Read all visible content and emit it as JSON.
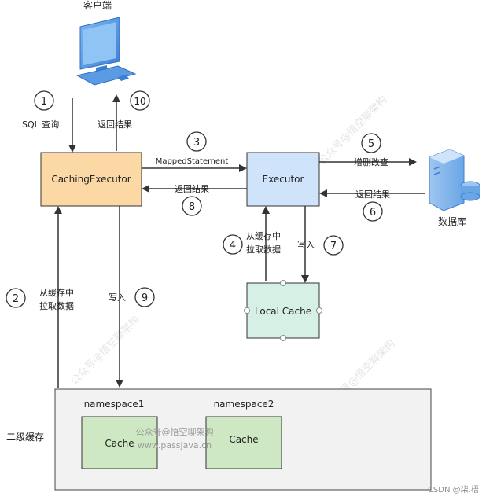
{
  "nodes": {
    "client": {
      "label": "客户端"
    },
    "caching_executor": {
      "label": "CachingExecutor"
    },
    "executor": {
      "label": "Executor"
    },
    "database": {
      "label": "数据库"
    },
    "local_cache": {
      "label": "Local Cache"
    },
    "second_level": {
      "label": "二级缓存",
      "namespaces": [
        {
          "name": "namespace1",
          "cache_label": "Cache"
        },
        {
          "name": "namespace2",
          "cache_label": "Cache"
        }
      ]
    }
  },
  "steps": [
    {
      "num": "1",
      "label": "SQL 查询"
    },
    {
      "num": "2",
      "label_lines": [
        "从缓存中",
        "拉取数据"
      ]
    },
    {
      "num": "3",
      "label": "MappedStatement"
    },
    {
      "num": "4",
      "label_lines": [
        "从缓存中",
        "拉取数据"
      ]
    },
    {
      "num": "5",
      "label": "增删改查"
    },
    {
      "num": "6",
      "label": "返回结果"
    },
    {
      "num": "7",
      "label": "写入"
    },
    {
      "num": "8",
      "label": "返回结果"
    },
    {
      "num": "9",
      "label": "写入"
    },
    {
      "num": "10",
      "label": "返回结果"
    }
  ],
  "watermarks": {
    "center_line1": "公众号@悟空聊架构",
    "center_line2": "www.passjava.cn",
    "diagonal": "公众号@悟空聊架构",
    "footer": "CSDN @柒.梧."
  },
  "colors": {
    "caching_executor_fill": "#fcd9a4",
    "executor_fill": "#cfe3fb",
    "local_cache_fill": "#d7f0e5",
    "cache_fill": "#cfe8c4",
    "second_level_fill": "#f2f2f2",
    "arrow": "#333333",
    "monitor": "#4a90e2"
  }
}
